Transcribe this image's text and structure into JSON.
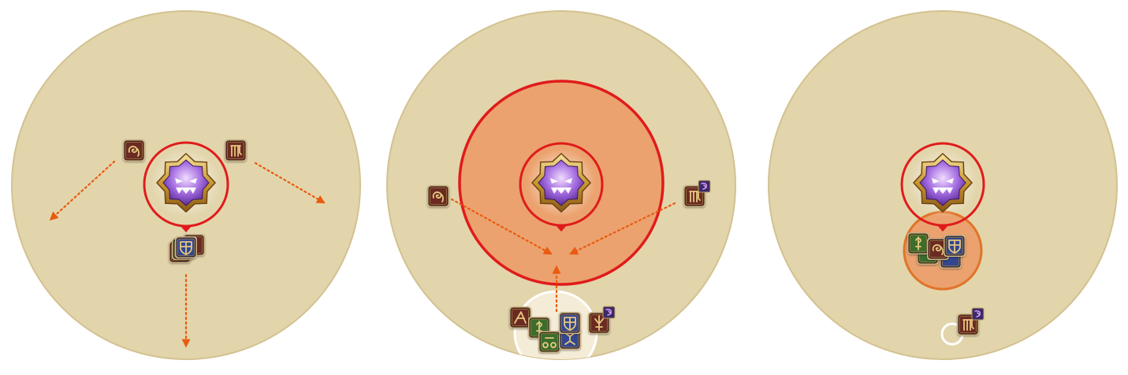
{
  "figure": {
    "background": "#ffffff",
    "arena_fill": "#e2d5ab",
    "arena_edge": "#d3c191",
    "aoe_fill": "#eba26e",
    "aoe_ring": "#e01b1b",
    "orange_ring": "#e0742a",
    "arrow": "#ea5a10",
    "safe_circle": "#f4ecd6",
    "role_colors": {
      "tank": "#33478f",
      "healer": "#3c6d2c",
      "dps": "#6b2a22",
      "job_gold": "#e6c77f"
    }
  },
  "panels": [
    {
      "name": "panel-1",
      "boss": {
        "icon": "boss-enemy-icon"
      },
      "markers": [
        {
          "role": "dps",
          "icon": "reaper-icon"
        },
        {
          "role": "dps",
          "icon": "monk-icon"
        },
        {
          "role": "dps",
          "icon": "stack-group-icon"
        },
        {
          "role": "healer",
          "icon": "stack-group-icon"
        },
        {
          "role": "tank",
          "icon": "paladin-icon"
        }
      ],
      "arrows": [
        {
          "icon": "arrow-southwest"
        },
        {
          "icon": "arrow-southeast"
        },
        {
          "icon": "arrow-south"
        }
      ]
    },
    {
      "name": "panel-2",
      "boss": {
        "icon": "boss-enemy-icon"
      },
      "aoe": {
        "icon": "large-aoe-icon"
      },
      "safe_zone": {
        "icon": "safe-zone-icon"
      },
      "markers": [
        {
          "role": "dps",
          "icon": "reaper-icon"
        },
        {
          "role": "dps",
          "icon": "monk-icon"
        },
        {
          "role": "dps",
          "icon": "bard-icon"
        },
        {
          "role": "healer",
          "icon": "astrologian-icon"
        },
        {
          "role": "healer",
          "icon": "sage-icon"
        },
        {
          "role": "tank",
          "icon": "paladin-icon"
        },
        {
          "role": "tank",
          "icon": "gunbreaker-icon"
        },
        {
          "role": "dps",
          "icon": "dragoon-icon"
        }
      ],
      "arrows": [
        {
          "icon": "arrow-inward-left"
        },
        {
          "icon": "arrow-inward-right"
        },
        {
          "icon": "arrow-up"
        }
      ]
    },
    {
      "name": "panel-3",
      "boss": {
        "icon": "boss-enemy-icon"
      },
      "stack_circle": {
        "icon": "stack-circle-icon"
      },
      "knock_ring": {
        "icon": "small-ring-icon"
      },
      "markers": [
        {
          "role": "healer",
          "icon": "astrologian-icon"
        },
        {
          "role": "healer",
          "icon": "stack-group-icon"
        },
        {
          "role": "dps",
          "icon": "reaper-icon"
        },
        {
          "role": "tank",
          "icon": "paladin-icon"
        },
        {
          "role": "tank",
          "icon": "stack-group-icon"
        },
        {
          "role": "dps",
          "icon": "monk-icon"
        }
      ]
    }
  ]
}
